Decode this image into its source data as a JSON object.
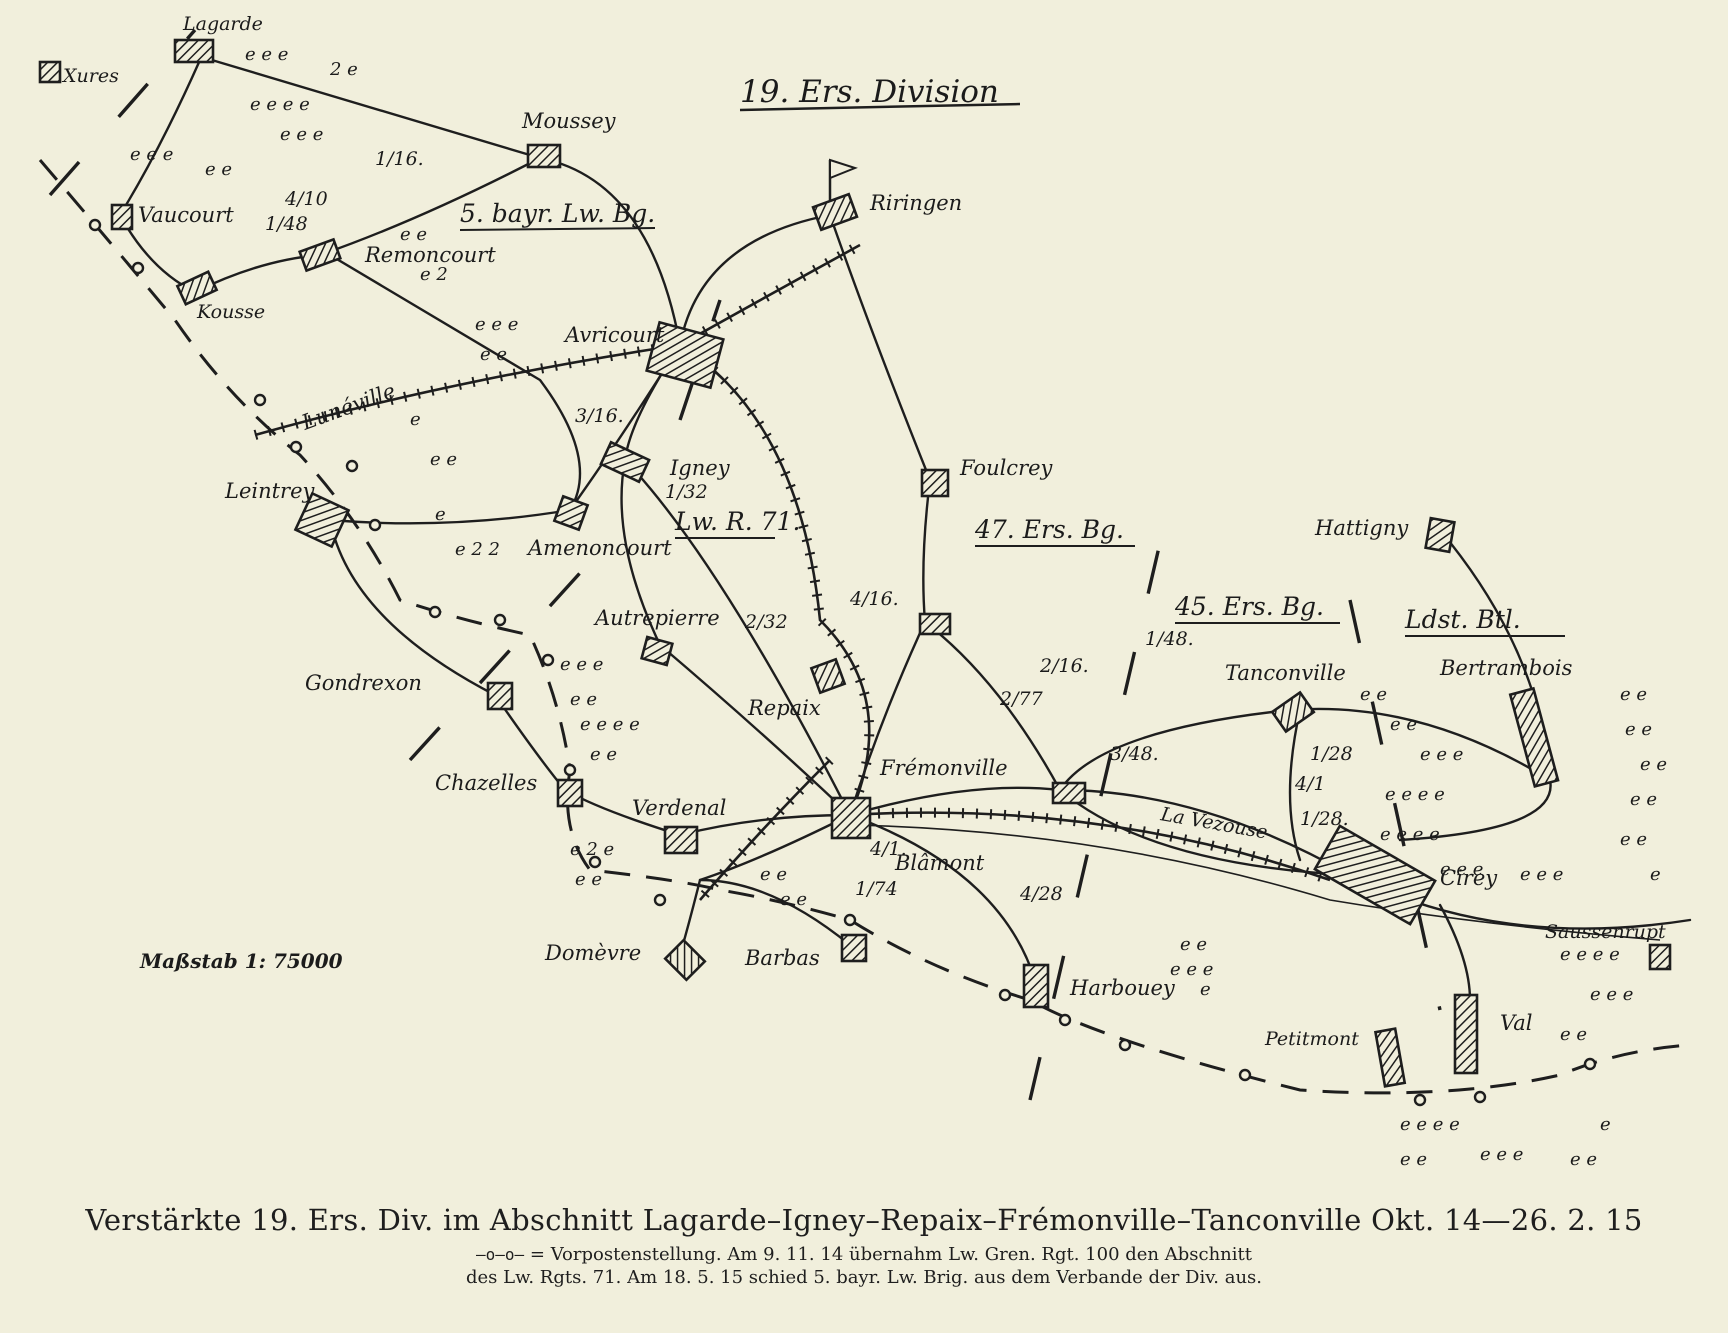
{
  "map": {
    "title": "19. Ers. Division",
    "scale": "Maßstab 1: 75000",
    "units": [
      "5. bayr. Lw. Bg.",
      "Lw. R. 71.",
      "47. Ers. Bg.",
      "45. Ers. Bg.",
      "Ldst. Btl."
    ],
    "places": [
      "Lagarde",
      "Xures",
      "Moussey",
      "Riringen",
      "Vaucourt",
      "Remoncourt",
      "Kousse",
      "Avricourt",
      "Lunéville",
      "Igney",
      "Foulcrey",
      "Leintrey",
      "Amenoncourt",
      "Autrepierre",
      "Repaix",
      "Gondrexon",
      "Chazelles",
      "Verdenal",
      "Frémonville",
      "Blâmont",
      "La Vezouse",
      "Tanconville",
      "Bertrambois",
      "Hattigny",
      "Cirey",
      "Saussenrupt",
      "Domèvre",
      "Barbas",
      "Harbouey",
      "Petitmont",
      "Val"
    ],
    "detachments": [
      "1/16.",
      "3/16.",
      "4/16.",
      "2/16.",
      "4/10",
      "1/48",
      "1/48.",
      "3/48.",
      "1/32",
      "2/32",
      "2/77",
      "1/28",
      "4/28",
      "1/28.",
      "4/1",
      "1/74",
      "4/1."
    ]
  },
  "caption": {
    "title": "Verstärkte 19. Ers. Div. im Abschnitt Lagarde–Igney–Repaix–Frémonville–Tanconville Okt. 14—26. 2. 15",
    "legend_symbol": "—o—o—",
    "note_line1": "= Vorpostenstellung.  Am 9. 11. 14 übernahm Lw. Gren. Rgt. 100 den Abschnitt",
    "note_line2": "des Lw. Rgts. 71.  Am 18. 5. 15 schied 5. bayr. Lw. Brig. aus dem Verbande der Div. aus."
  }
}
